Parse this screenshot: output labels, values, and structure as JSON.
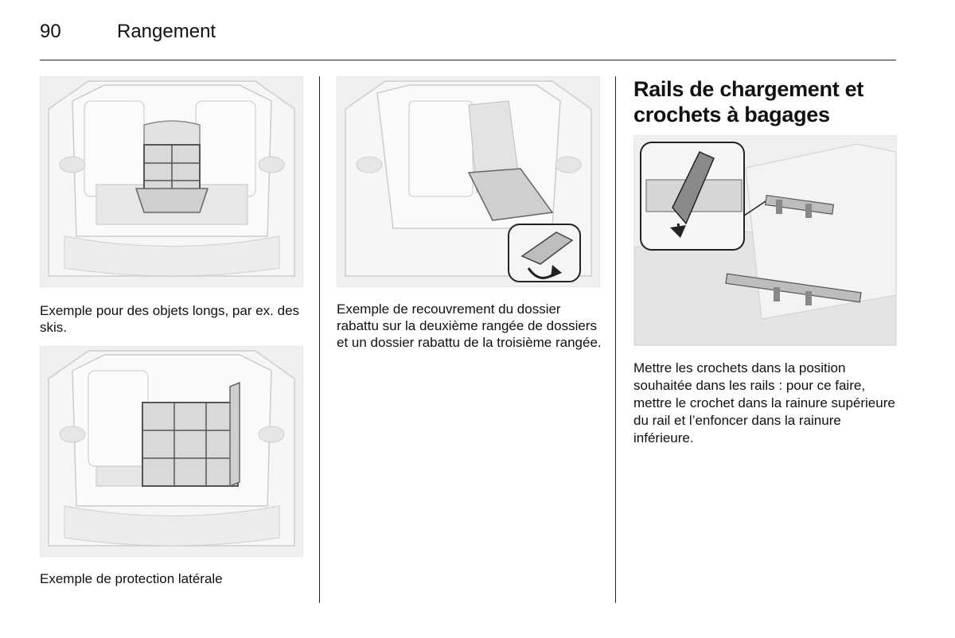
{
  "header": {
    "page_number": "90",
    "section_title": "Rangement"
  },
  "column1": {
    "figure1_caption": "Exemple pour des objets longs, par ex. des skis.",
    "figure2_caption": "Exemple de protection latérale"
  },
  "column2": {
    "figure3_caption": "Exemple de recouvrement du dossier rabattu sur la deuxième rangée de dossiers et un dossier rabattu de la troisième rangée."
  },
  "column3": {
    "heading": "Rails de chargement et crochets à bagages",
    "body": "Mettre les crochets dans la position souhaitée dans les rails : pour ce faire, mettre le crochet dans la rainure supérieure du rail et l’enfoncer dans la rainure inférieure."
  }
}
